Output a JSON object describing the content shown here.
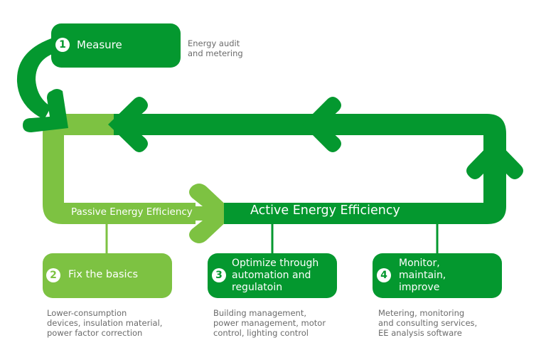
{
  "colors": {
    "dark_green": "#04982f",
    "light_green": "#7dc242",
    "desc_text": "#6b6b6b",
    "white": "#ffffff"
  },
  "bands": {
    "passive": "Passive Energy Efficiency",
    "active": "Active Energy Efficiency"
  },
  "steps": [
    {
      "number": "1",
      "title": "Measure",
      "description": "Energy audit\nand metering"
    },
    {
      "number": "2",
      "title": "Fix the basics",
      "description": "Lower-consumption\ndevices, insulation material,\npower factor correction"
    },
    {
      "number": "3",
      "title": "Optimize through\nautomation and\nregulatoin",
      "description": "Building management,\npower management, motor\ncontrol, lighting control"
    },
    {
      "number": "4",
      "title": "Monitor,\nmaintain,\nimprove",
      "description": "Metering, monitoring\nand consulting services,\nEE analysis software"
    }
  ]
}
